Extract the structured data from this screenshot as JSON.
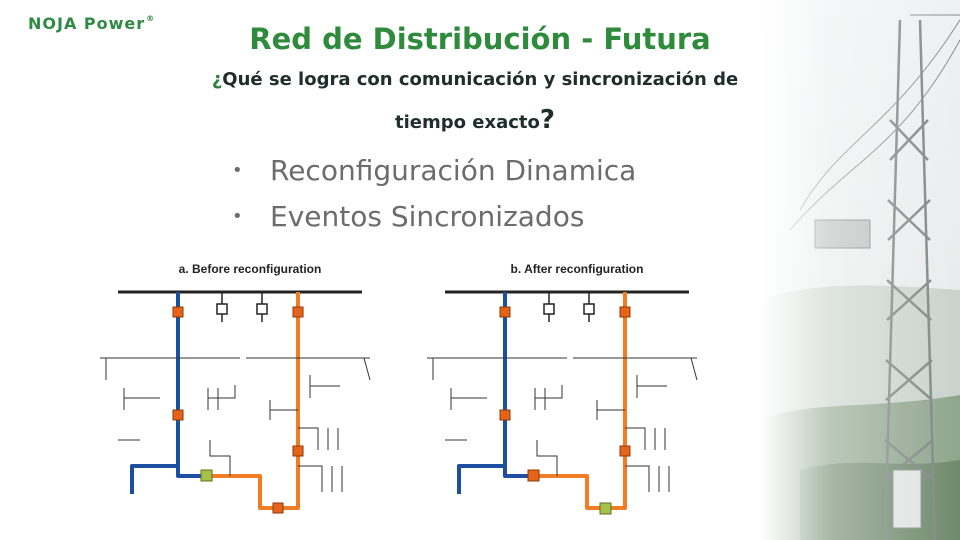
{
  "logo": {
    "text": "NOJA Power",
    "reg": "®"
  },
  "header": {
    "title": "Red de Distribución - Futura",
    "subtitle_open": "¿",
    "subtitle_line1": "Qué se logra con comunicación y sincronización de",
    "subtitle_line2": "tiempo exacto",
    "subtitle_close": "?"
  },
  "bullets": [
    {
      "text": "Reconfiguración Dinamica"
    },
    {
      "text": "Eventos Sincronizados"
    }
  ],
  "diagrams": [
    {
      "label": "a. Before reconfiguration"
    },
    {
      "label": "b. After reconfiguration"
    }
  ],
  "colors": {
    "title_green": "#2e8b3c",
    "feeder_blue": "#1d4fa0",
    "feeder_orange": "#f07d24",
    "open_switch": "#a6c14a",
    "closed_switch": "#e8631a",
    "busbar": "#222222"
  }
}
